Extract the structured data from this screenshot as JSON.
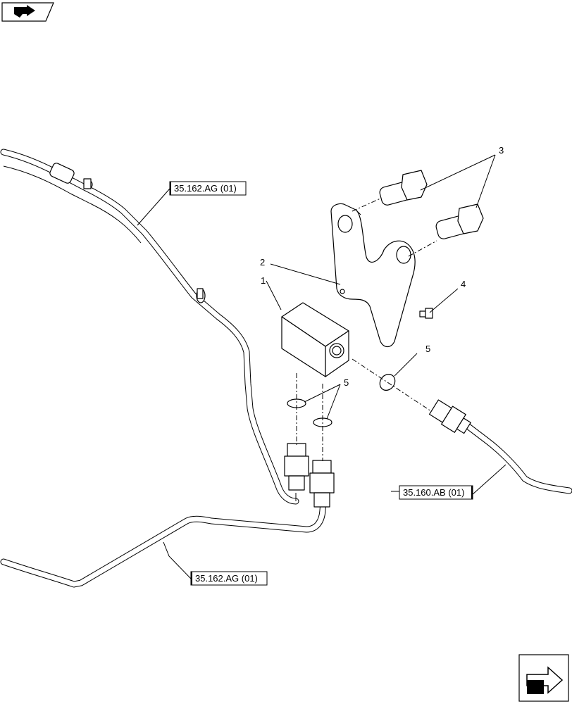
{
  "callouts": {
    "c1": "1",
    "c2": "2",
    "c3": "3",
    "c4": "4",
    "c5a": "5",
    "c5b": "5"
  },
  "references": {
    "ref_top_left": "35.162.AG (01)",
    "ref_right": "35.160.AB (01)",
    "ref_bottom": "35.162.AG (01)"
  },
  "icons": {
    "top_left": "book-arrow-icon",
    "bottom_right": "navigation-arrow-icon"
  }
}
